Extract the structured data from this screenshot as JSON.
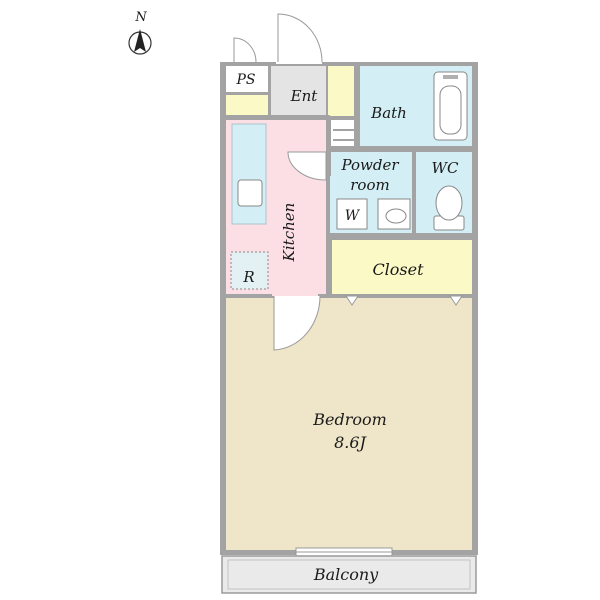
{
  "compass": {
    "north_label": "N"
  },
  "rooms": {
    "ps": "PS",
    "entrance": "Ent",
    "bath": "Bath",
    "powder_room": [
      "Powder",
      "room"
    ],
    "washer": "W",
    "wc": "WC",
    "kitchen": "Kitchen",
    "refrigerator": "R",
    "closet": "Closet",
    "bedroom": "Bedroom",
    "bedroom_size": "8.6J",
    "balcony": "Balcony"
  },
  "colors": {
    "wall": "#a3a3a3",
    "kitchen": "#fbdfe5",
    "wet_areas": "#d3eef4",
    "closet": "#fbf9c6",
    "bedroom": "#efe5c8",
    "entrance": "#e4e4e4",
    "balcony": "#eaeaea"
  }
}
